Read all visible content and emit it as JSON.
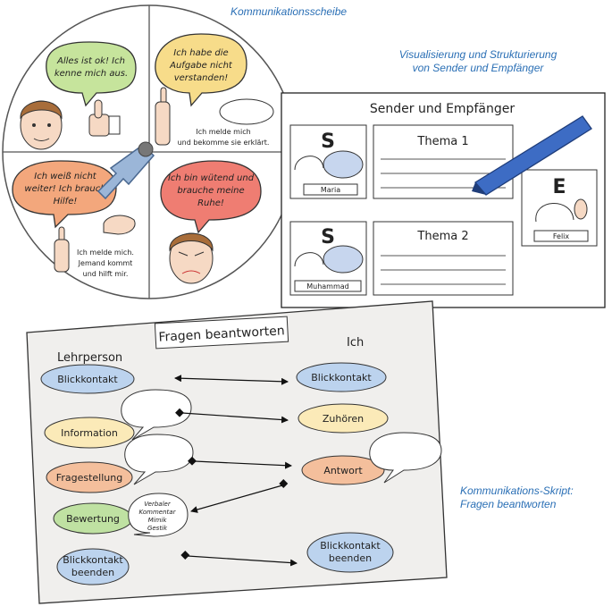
{
  "captions": {
    "wheel": "Kommunikationsscheibe",
    "visual_line1": "Visualisierung und Strukturierung",
    "visual_line2": "von Sender und Empfänger",
    "script_line1": "Kommunikations-Skript:",
    "script_line2": "Fragen beantworten"
  },
  "wheel": {
    "q1": {
      "bubble": [
        "Alles ist ok! Ich",
        "kenne mich aus."
      ],
      "color": "#c6e49c"
    },
    "q2": {
      "bubble": [
        "Ich habe die",
        "Aufgabe nicht",
        "verstanden!"
      ],
      "color": "#f7dc8a",
      "caption": [
        "Ich melde mich",
        "und bekomme sie erklärt."
      ]
    },
    "q3": {
      "bubble": [
        "Ich weiß nicht",
        "weiter! Ich brauch",
        "Hilfe!"
      ],
      "color": "#f3a77c",
      "caption": [
        "Ich melde mich.",
        "Jemand kommt",
        "und hilft mir."
      ]
    },
    "q4": {
      "bubble": [
        "Ich bin wütend und",
        "brauche meine",
        "Ruhe!"
      ],
      "color": "#ef7d72"
    }
  },
  "sender_card": {
    "title": "Sender und Empfänger",
    "sender_letter": "S",
    "receiver_letter": "E",
    "name1": "Maria",
    "name2": "Muhammad",
    "name3": "Felix",
    "topic1": "Thema 1",
    "topic2": "Thema 2"
  },
  "script_card": {
    "title": "Fragen beantworten",
    "col_left": "Lehrperson",
    "col_right": "Ich",
    "left": {
      "l1": "Blickkontakt",
      "l2": "Information",
      "l3": "Fragestellung",
      "l4": "Bewertung",
      "l5a": "Blickkontakt",
      "l5b": "beenden"
    },
    "right": {
      "r1": "Blickkontakt",
      "r2": "Zuhören",
      "r3": "Antwort",
      "r5a": "Blickkontakt",
      "r5b": "beenden"
    },
    "comment": [
      "Verbaler",
      "Kommentar",
      "Mimik",
      "Gestik"
    ]
  },
  "colors": {
    "blue": "#bcd3ee",
    "yellow": "#fbeab8",
    "orange": "#f4bf9c",
    "green": "#bfe1a2",
    "accent": "#2a6fb5"
  }
}
